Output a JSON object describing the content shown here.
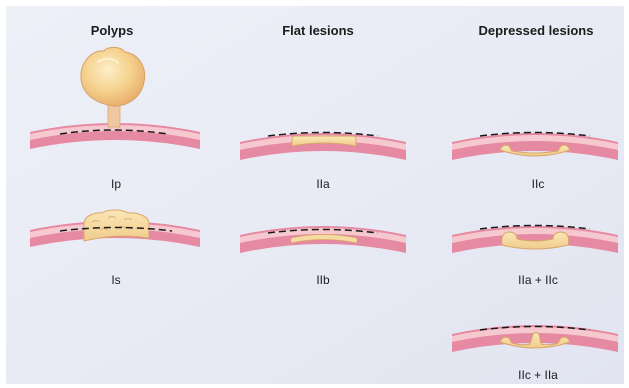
{
  "headers": {
    "polyps": "Polyps",
    "flat": "Flat lesions",
    "depressed": "Depressed lesions"
  },
  "labels": {
    "ip": "Ip",
    "is": "Is",
    "iia": "IIa",
    "iib": "IIb",
    "iic": "IIc",
    "iia_iic": "IIa + IIc",
    "iic_iia": "IIc + IIa"
  },
  "colors": {
    "background": "#e9ebf5",
    "mucosa_outer": "#e58aa2",
    "mucosa_inner": "#f6c9cf",
    "lesion_fill": "#f6dca3",
    "lesion_stroke": "#d8a66a",
    "reference_line": "#1a1a1a"
  }
}
